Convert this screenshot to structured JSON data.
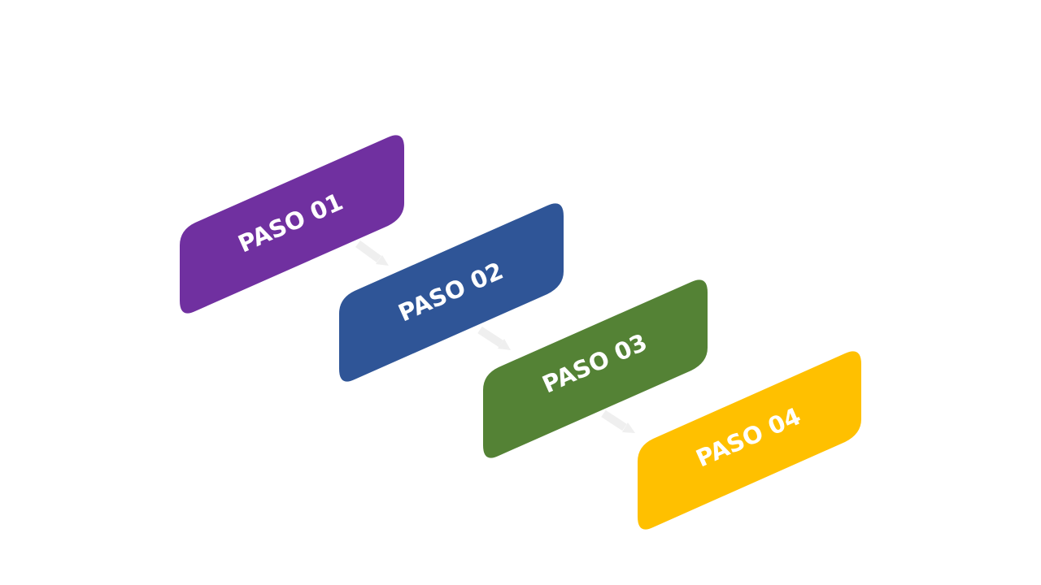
{
  "steps": [
    {
      "label": "PASO 01",
      "color": "#7030A0"
    },
    {
      "label": "PASO 02",
      "color": "#2F5597"
    },
    {
      "label": "PASO 03",
      "color": "#548235"
    },
    {
      "label": "PASO 04",
      "color": "#FFC000"
    }
  ],
  "arrow_color": "#EFEFEF"
}
